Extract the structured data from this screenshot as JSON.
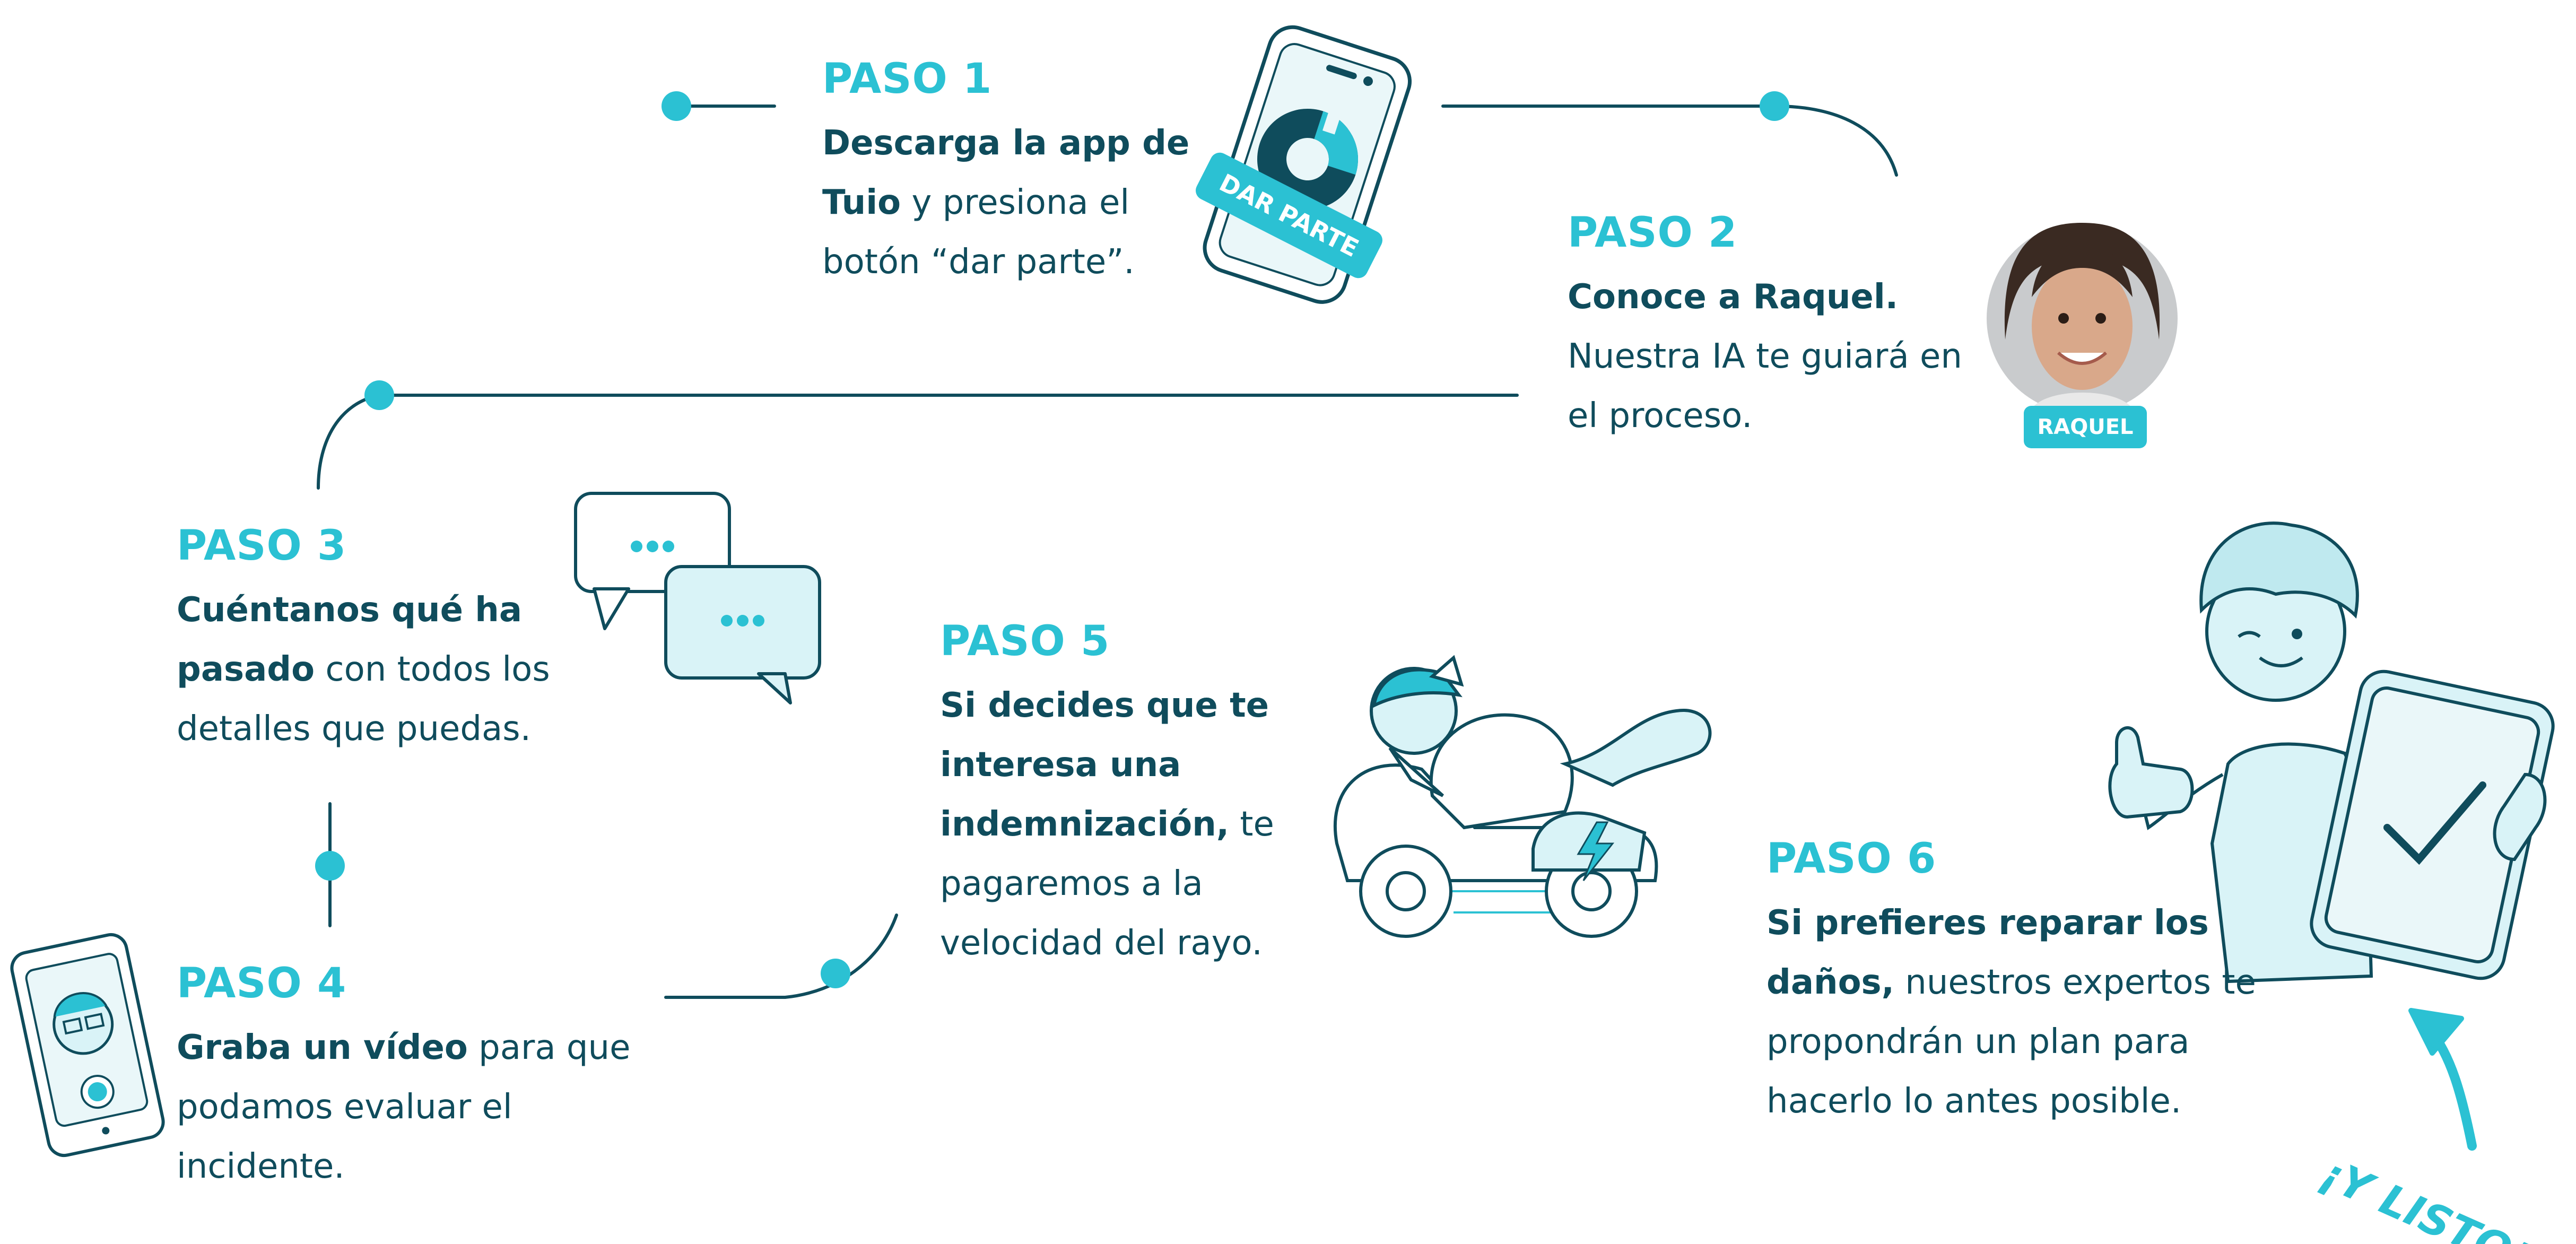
{
  "steps": [
    {
      "title": "PASO 1",
      "bold": "Descarga la app de Tuio",
      "text": " y presiona el botón “dar parte”."
    },
    {
      "title": "PASO 2",
      "bold": "Conoce a Raquel.",
      "text": " Nuestra IA te guiará en el proceso."
    },
    {
      "title": "PASO 3",
      "bold": "Cuéntanos qué ha pasado",
      "text": " con todos los detalles que puedas."
    },
    {
      "title": "PASO 4",
      "bold": "Graba un vídeo",
      "text": " para que podamos evaluar el incidente."
    },
    {
      "title": "PASO 5",
      "bold": "Si decides que te interesa una indemnización,",
      "text": " te pagaremos a la velocidad del rayo."
    },
    {
      "title": "PASO 6",
      "bold": "Si prefieres reparar los daños,",
      "text": " nuestros expertos te propondrán un plan para hacerlo lo antes posible."
    }
  ],
  "labels": {
    "dar_parte": "DAR PARTE",
    "raquel": "RAQUEL",
    "listo": "¡Y LISTO!"
  },
  "colors": {
    "accent": "#2bc1d3",
    "dark": "#0f4c5c",
    "light_fill": "#d9f3f7"
  },
  "icons": [
    "phone-app-icon",
    "avatar-raquel",
    "chat-bubbles-icon",
    "phone-video-icon",
    "raccoon-scooter-illustration",
    "boy-thumbs-up-illustration",
    "curved-arrow-icon"
  ]
}
